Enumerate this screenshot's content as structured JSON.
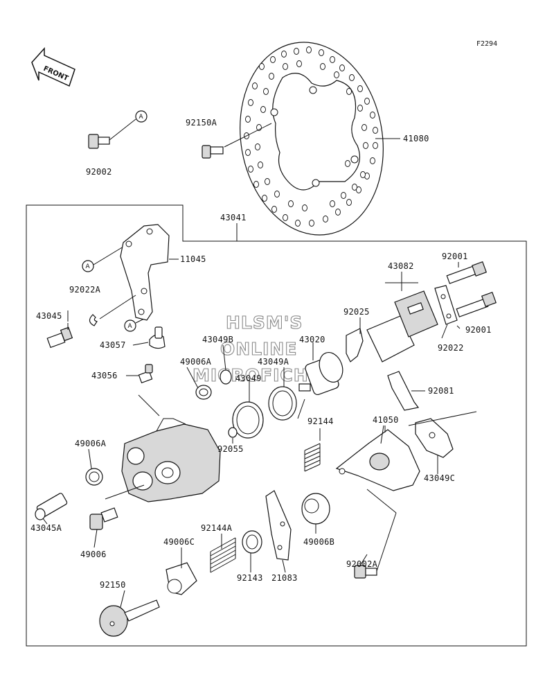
{
  "figure_code": "F2294",
  "front_arrow_label": "FRONT",
  "callout_letter": "A",
  "watermark": [
    "HLSM'S",
    "ONLINE",
    "MICROFICHE"
  ],
  "parts": [
    {
      "id": "41080"
    },
    {
      "id": "92150A"
    },
    {
      "id": "92002"
    },
    {
      "id": "43041"
    },
    {
      "id": "11045"
    },
    {
      "id": "92022A"
    },
    {
      "id": "43045"
    },
    {
      "id": "43057"
    },
    {
      "id": "43056"
    },
    {
      "id": "49006A"
    },
    {
      "id": "43049B"
    },
    {
      "id": "43020"
    },
    {
      "id": "43049A"
    },
    {
      "id": "43049"
    },
    {
      "id": "92025"
    },
    {
      "id": "43082"
    },
    {
      "id": "92001"
    },
    {
      "id": "92001"
    },
    {
      "id": "92022"
    },
    {
      "id": "92081"
    },
    {
      "id": "92144"
    },
    {
      "id": "41050"
    },
    {
      "id": "49006A"
    },
    {
      "id": "92055"
    },
    {
      "id": "43049C"
    },
    {
      "id": "43045A"
    },
    {
      "id": "49006"
    },
    {
      "id": "49006B"
    },
    {
      "id": "92002A"
    },
    {
      "id": "92144A"
    },
    {
      "id": "49006C"
    },
    {
      "id": "92143"
    },
    {
      "id": "21083"
    },
    {
      "id": "92150"
    }
  ]
}
